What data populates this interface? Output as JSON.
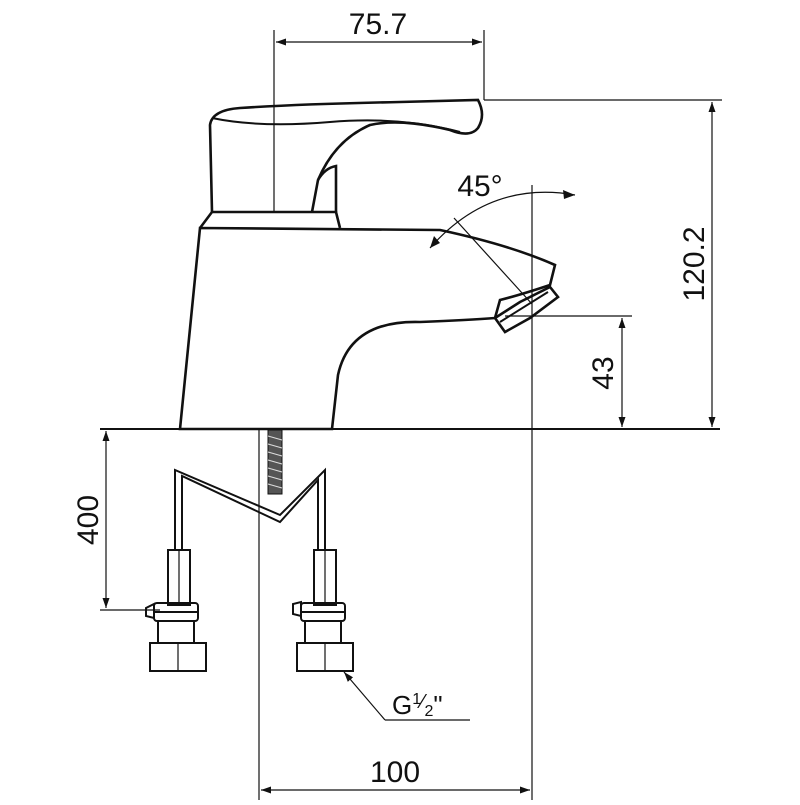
{
  "dimensions": {
    "handle_width": "75.7",
    "total_height": "120.2",
    "spout_height": "43",
    "hose_length": "400",
    "base_to_spout": "100",
    "spout_angle": "45°",
    "thread_size": "G",
    "thread_fraction_num": "1",
    "thread_fraction_den": "2",
    "thread_suffix": "\""
  },
  "colors": {
    "line": "#111111",
    "background": "#ffffff"
  }
}
